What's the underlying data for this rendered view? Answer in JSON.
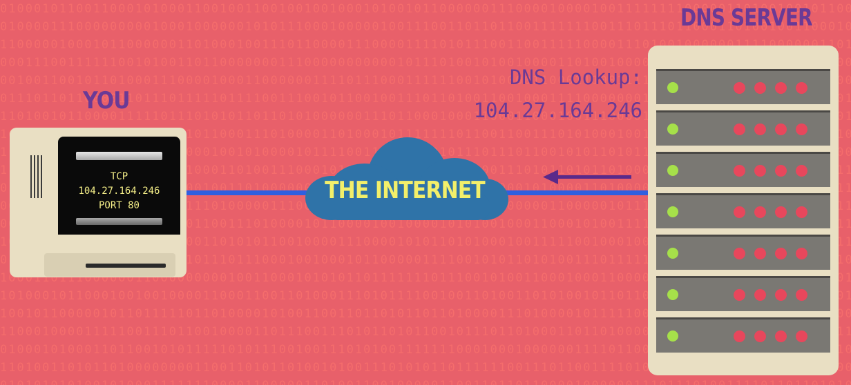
{
  "labels": {
    "you": "YOU",
    "dns_server": "DNS SERVER",
    "lookup_title": "DNS Lookup:",
    "lookup_ip": "104.27.164.246",
    "internet": "THE INTERNET"
  },
  "screen": {
    "line1": "TCP",
    "line2": "104.27.164.246",
    "line3": "PORT 80"
  },
  "server_rack_count": 7,
  "colors": {
    "background": "#e8606a",
    "label_purple": "#6a3a96",
    "cloud_blue": "#2f73a8",
    "cloud_text": "#f3ef6a",
    "wire_blue": "#2f5fe0",
    "screen_text": "#f4ee88",
    "led_green": "#a6e04a",
    "led_red": "#e8475c"
  }
}
